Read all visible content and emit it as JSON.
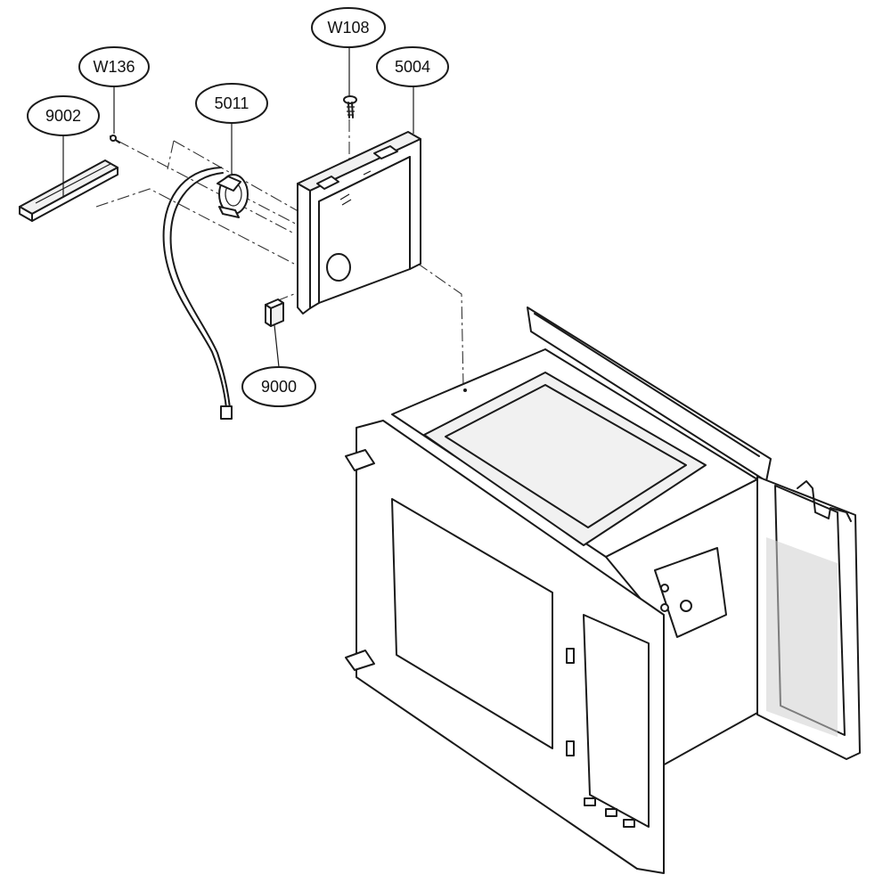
{
  "callouts": [
    {
      "id": "9002",
      "label": "9002"
    },
    {
      "id": "W136",
      "label": "W136"
    },
    {
      "id": "5011",
      "label": "5011"
    },
    {
      "id": "W108",
      "label": "W108"
    },
    {
      "id": "5004",
      "label": "5004"
    },
    {
      "id": "9000",
      "label": "9000"
    }
  ]
}
